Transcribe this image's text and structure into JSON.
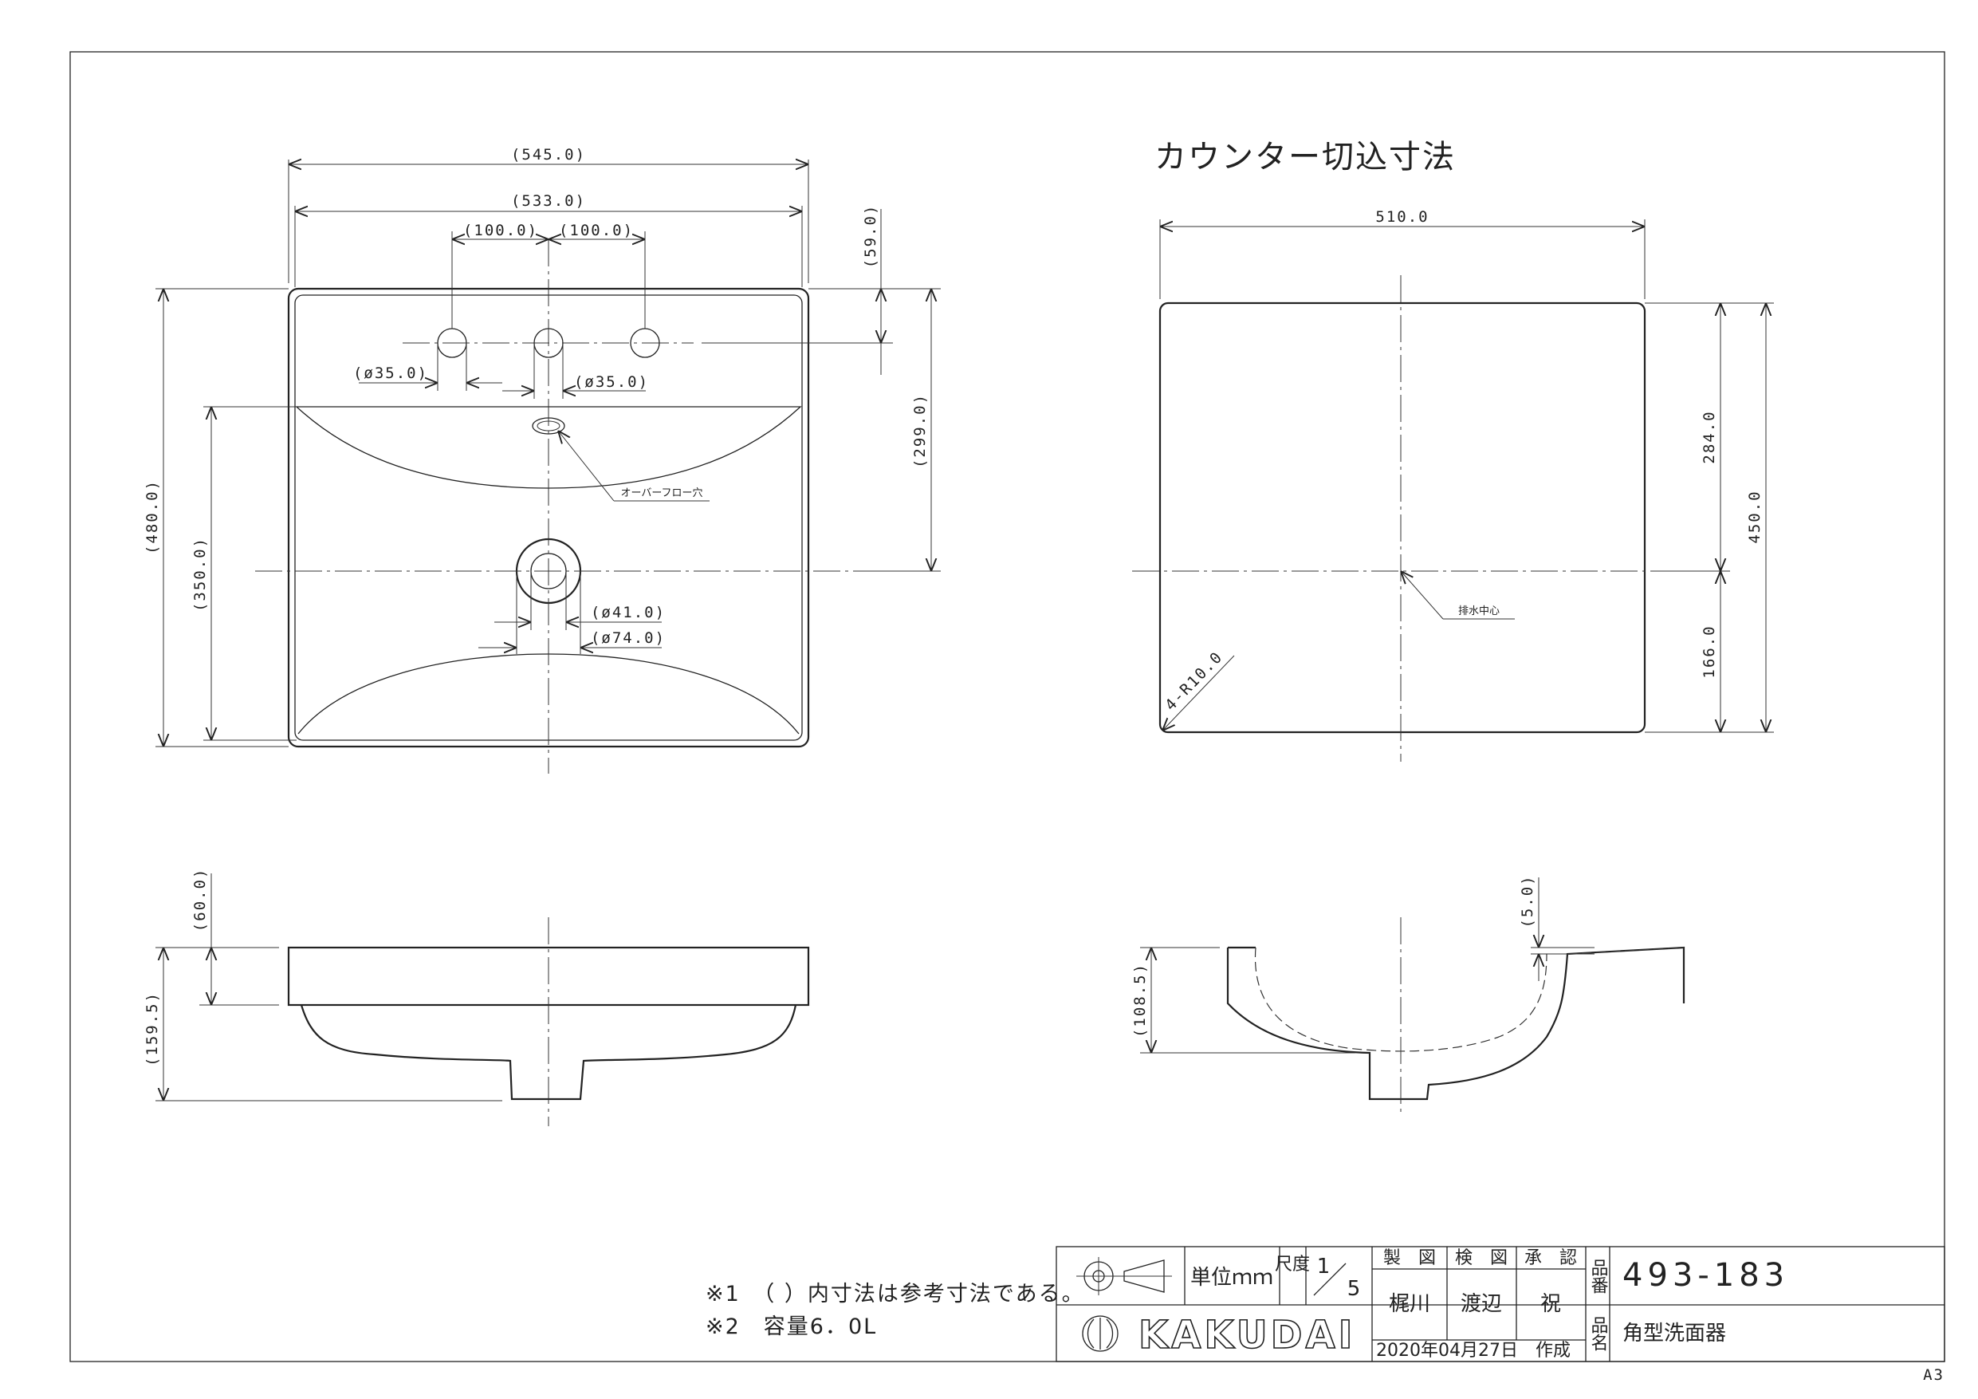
{
  "counter_cut": {
    "title": "カウンター切込寸法",
    "width": "510.0",
    "depth": "450.0",
    "front": "284.0",
    "back": "166.0",
    "radius": "4-R10.0",
    "drain_center": "排水中心"
  },
  "top_view": {
    "overall_width": "(545.0)",
    "inner_width": "(533.0)",
    "tap_pitch_left": "(100.0)",
    "tap_pitch_right": "(100.0)",
    "tap_offset": "(59.0)",
    "hole_left": "(ø35.0)",
    "hole_center": "(ø35.0)",
    "depth_to_drain": "(299.0)",
    "overall_depth": "(480.0)",
    "bowl_depth": "(350.0)",
    "overflow": "オーバーフロー穴",
    "drain_inner": "(ø41.0)",
    "drain_outer": "(ø74.0)"
  },
  "front_view": {
    "rim_height": "(60.0)",
    "total_height": "(159.5)"
  },
  "side_view": {
    "step": "(5.0)",
    "height": "(108.5)"
  },
  "notes": [
    "※1　（ ）内寸法は参考寸法である。",
    "※2　容量6．0L"
  ],
  "title_block": {
    "unit_label": "単位ｍｍ",
    "scale_label": "尺度",
    "scale_num": "1",
    "scale_den": "5",
    "drawn_label": "製　図",
    "checked_label": "検　図",
    "approved_label": "承　認",
    "drawn_by": "梶川",
    "checked_by": "渡辺",
    "approved_by": "祝",
    "date": "2020年04月27日　作成",
    "product_no_label": "品番",
    "product_no": "493-183",
    "product_name_label": "品名",
    "product_name": "角型洗面器",
    "brand": "KAKUDAI"
  },
  "paper_size": "A3"
}
